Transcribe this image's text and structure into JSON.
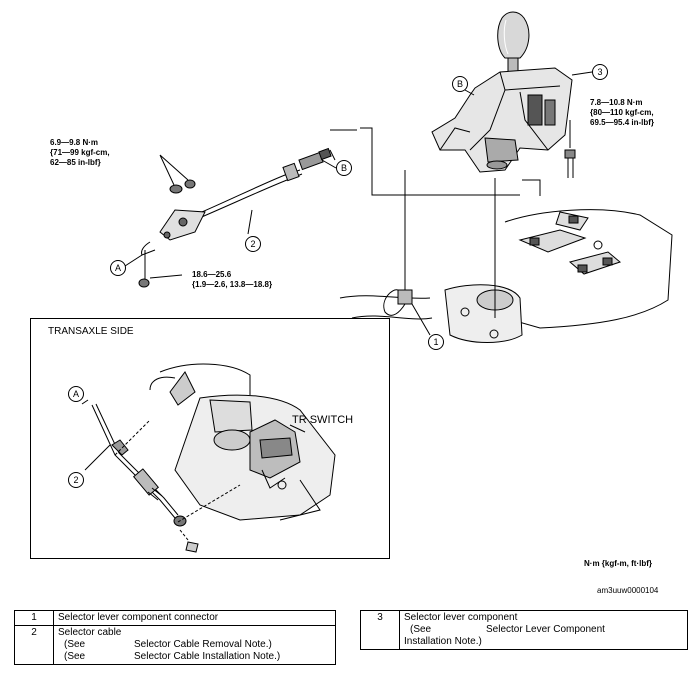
{
  "torque": {
    "upper_left": [
      "6.9—9.8 N·m",
      "{71—99 kgf-cm,",
      "62—85 in-lbf}"
    ],
    "lower_left": [
      "18.6—25.6",
      "{1.9—2.6, 13.8—18.8}"
    ],
    "upper_right": [
      "7.8—10.8 N·m",
      "{80—110 kgf-cm,",
      "69.5—95.4 in-lbf}"
    ]
  },
  "callouts": {
    "a": "A",
    "b": "B",
    "n1": "1",
    "n2": "2",
    "n3": "3"
  },
  "inset": {
    "title": "TRANSAXLE SIDE",
    "tr_switch": "TR SWITCH"
  },
  "units_note": "N·m {kgf-m, ft·lbf}",
  "figure_code": "am3uuw0000104",
  "legend": {
    "row1": {
      "num": "1",
      "text": "Selector lever component connector"
    },
    "row2": {
      "num": "2",
      "line1": "Selector cable",
      "see1": "(See",
      "ref1": "Selector Cable Removal Note.)",
      "see2": "(See",
      "ref2": "Selector Cable Installation Note.)"
    },
    "row3": {
      "num": "3",
      "line1": "Selector lever component",
      "see1": "(See",
      "ref1": "Selector Lever Component",
      "line3": "Installation Note.)"
    }
  }
}
